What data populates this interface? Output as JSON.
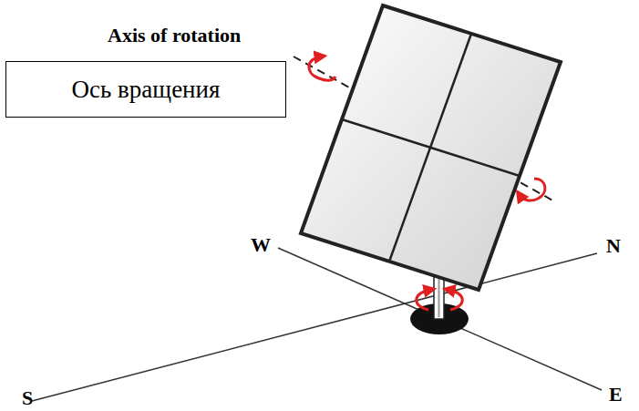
{
  "diagram": {
    "nodes": [
      {
        "text": [
          "Ось вращения"
        ]
      }
    ],
    "labels": [
      "Axis of rotation",
      "W",
      "N",
      "S",
      "E"
    ]
  }
}
